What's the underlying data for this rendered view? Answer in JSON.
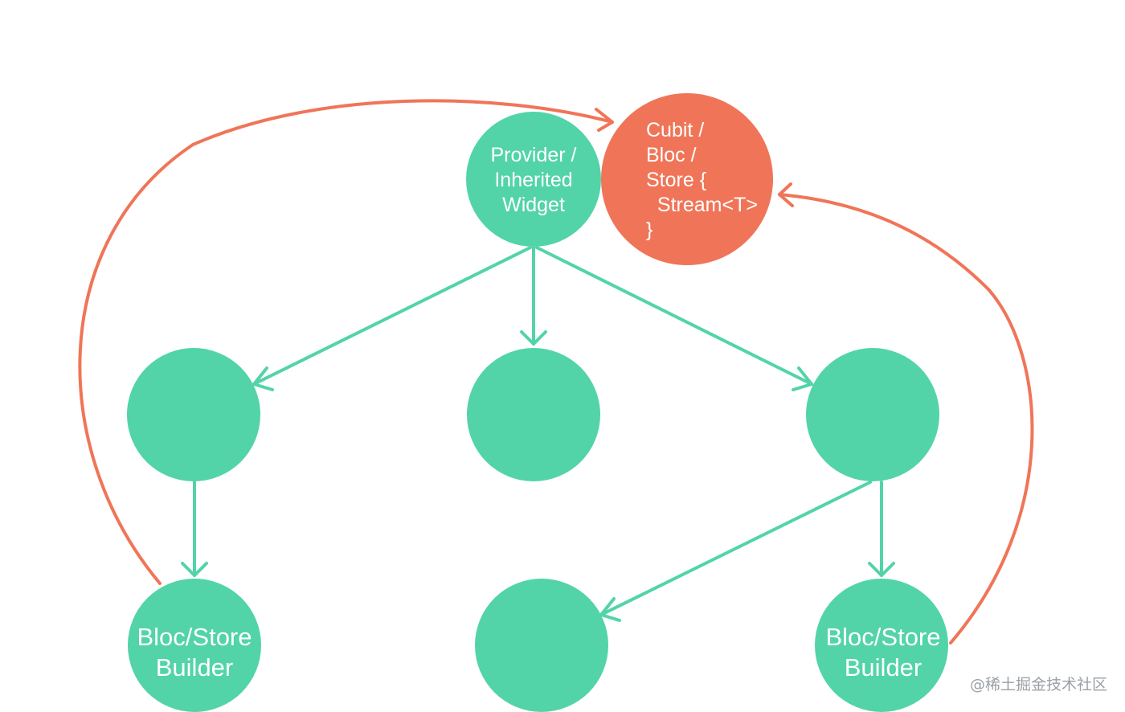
{
  "colors": {
    "widget_node": "#52d4a8",
    "store_node": "#f07558",
    "tree_edge": "#52d4a8",
    "subscription_edge": "#f07558",
    "label_text": "#ffffff",
    "watermark_text": "#9aa0a6"
  },
  "nodes": {
    "provider": {
      "lines": [
        "Provider /",
        "Inherited",
        "Widget"
      ]
    },
    "store": {
      "lines": [
        "Cubit /",
        "Bloc /",
        "Store {",
        "  Stream<T>",
        "}"
      ]
    },
    "left_builder": {
      "lines": [
        "Bloc/Store",
        "Builder"
      ]
    },
    "right_builder": {
      "lines": [
        "Bloc/Store",
        "Builder"
      ]
    }
  },
  "watermark": "@稀土掘金技术社区"
}
